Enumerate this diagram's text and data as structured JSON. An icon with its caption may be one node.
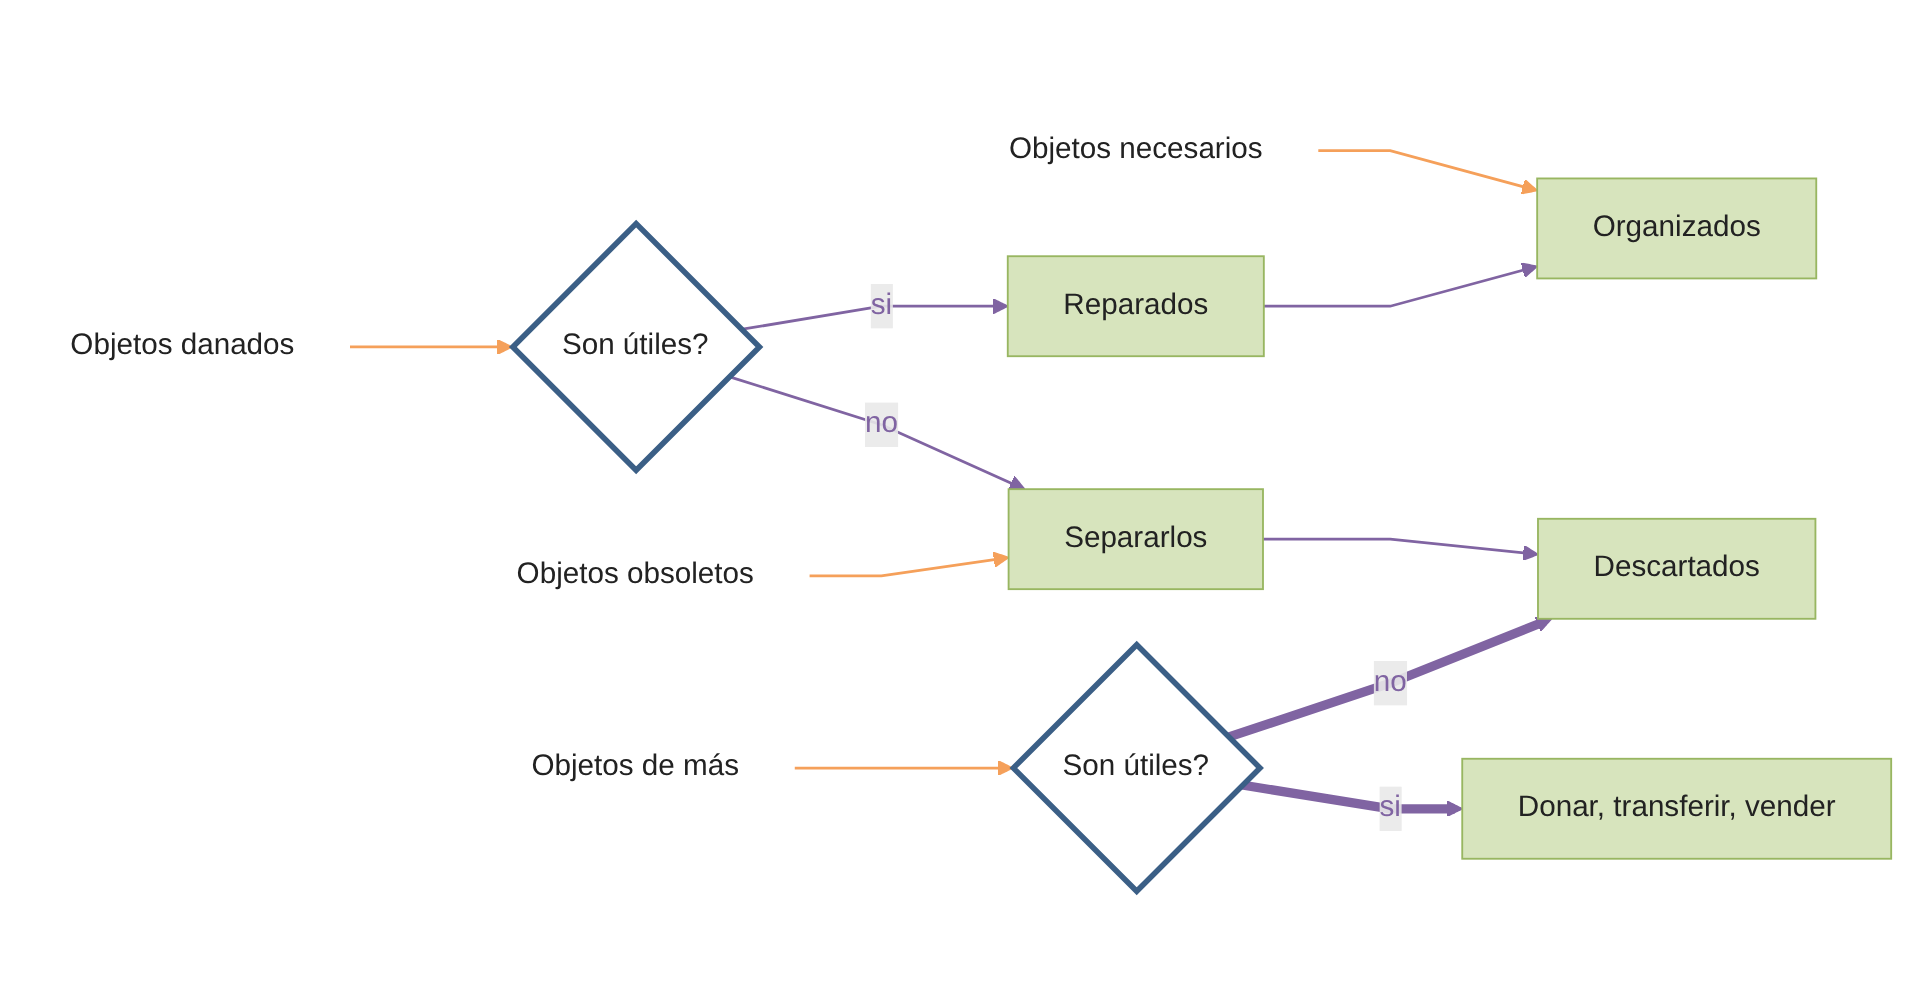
{
  "diagram": {
    "nodes": [
      {
        "text": [
          "Objetos necesarios"
        ]
      },
      {
        "text": [
          "Organizados"
        ]
      },
      {
        "text": [
          "Objetos danados"
        ]
      },
      {
        "text": [
          "Son útiles?"
        ]
      },
      {
        "text": [
          "Reparados"
        ]
      },
      {
        "text": [
          "Objetos obsoletos"
        ]
      },
      {
        "text": [
          "Separarlos"
        ]
      },
      {
        "text": [
          "Descartados"
        ]
      },
      {
        "text": [
          "Objetos de más"
        ]
      },
      {
        "text": [
          "Son útiles?"
        ]
      },
      {
        "text": [
          "Donar, transferir, vender"
        ]
      }
    ],
    "edges": [
      {
        "from": 0,
        "to": 1,
        "arrow": "to",
        "color": "#f5a05a"
      },
      {
        "from": 2,
        "to": 3,
        "arrow": "to",
        "color": "#f5a05a"
      },
      {
        "from": 3,
        "to": 4,
        "arrow": "to",
        "label": "si"
      },
      {
        "from": 4,
        "to": 1,
        "arrow": "to"
      },
      {
        "from": 3,
        "to": 6,
        "arrow": "to",
        "label": "no"
      },
      {
        "from": 5,
        "to": 6,
        "arrow": "to",
        "color": "#f5a05a"
      },
      {
        "from": 6,
        "to": 7,
        "arrow": "to"
      },
      {
        "from": 8,
        "to": 9,
        "arrow": "to",
        "color": "#f5a05a"
      },
      {
        "from": 9,
        "to": 7,
        "arrow": "to",
        "label": "no",
        "style": "thick"
      },
      {
        "from": 9,
        "to": 10,
        "arrow": "to",
        "label": "si",
        "style": "thick"
      }
    ]
  }
}
